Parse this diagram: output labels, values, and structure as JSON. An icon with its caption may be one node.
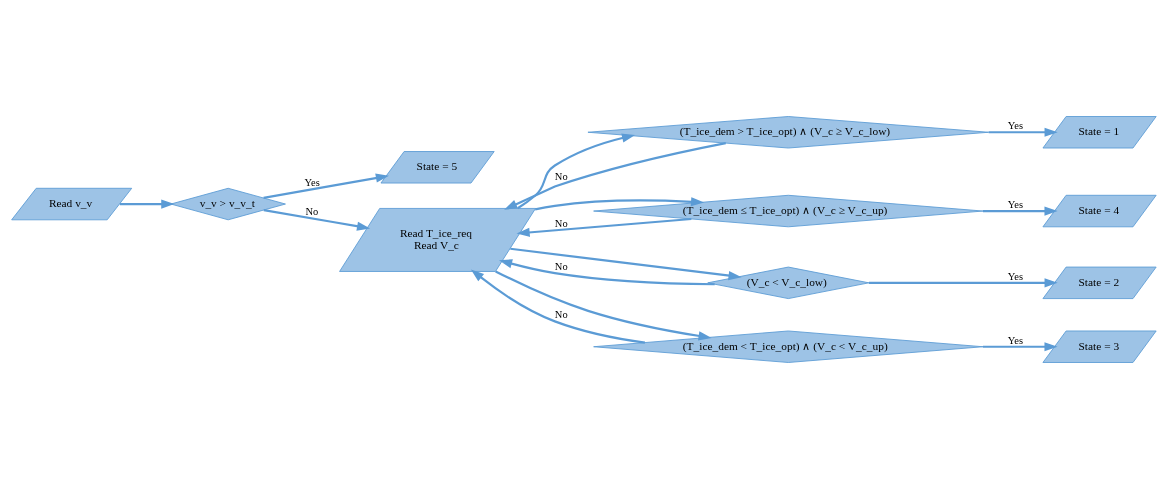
{
  "diagram": {
    "nodes": [
      {
        "text": [
          "Read v_v"
        ]
      },
      {
        "text": [
          "v_v > v_v_t"
        ]
      },
      {
        "text": [
          "State = 5"
        ]
      },
      {
        "text": [
          "Read T_ice_req",
          "Read V_c"
        ]
      },
      {
        "text": [
          "(T_ice_dem > T_ice_opt) ∧ (V_c ≥ V_c_low)"
        ]
      },
      {
        "text": [
          "State = 1"
        ]
      },
      {
        "text": [
          "(T_ice_dem ≤ T_ice_opt) ∧ (V_c ≥ V_c_up)"
        ]
      },
      {
        "text": [
          "State = 4"
        ]
      },
      {
        "text": [
          "(V_c < V_c_low)"
        ]
      },
      {
        "text": [
          "State = 2"
        ]
      },
      {
        "text": [
          "(T_ice_dem < T_ice_opt) ∧ (V_c < V_c_up)"
        ]
      },
      {
        "text": [
          "State = 3"
        ]
      }
    ],
    "edges": [
      {
        "from": 0,
        "to": 1,
        "arrow": "to"
      },
      {
        "from": 1,
        "to": 2,
        "arrow": "to",
        "label": "Yes"
      },
      {
        "from": 1,
        "to": 3,
        "arrow": "to",
        "label": "No"
      },
      {
        "from": 4,
        "to": 3,
        "arrow": "to",
        "label": "No"
      },
      {
        "from": 3,
        "to": 4,
        "arrow": "to"
      },
      {
        "from": 4,
        "to": 5,
        "arrow": "to",
        "label": "Yes"
      },
      {
        "from": 3,
        "to": 6,
        "arrow": "to"
      },
      {
        "from": 6,
        "to": 7,
        "arrow": "to",
        "label": "Yes"
      },
      {
        "from": 6,
        "to": 3,
        "arrow": "to",
        "label": "No"
      },
      {
        "from": 3,
        "to": 8,
        "arrow": "to"
      },
      {
        "from": 8,
        "to": 9,
        "arrow": "to",
        "label": "Yes"
      },
      {
        "from": 8,
        "to": 3,
        "arrow": "to",
        "label": "No"
      },
      {
        "from": 3,
        "to": 10,
        "arrow": "to"
      },
      {
        "from": 10,
        "to": 11,
        "arrow": "to",
        "label": "Yes"
      },
      {
        "from": 10,
        "to": 3,
        "arrow": "to",
        "label": "No"
      }
    ]
  }
}
